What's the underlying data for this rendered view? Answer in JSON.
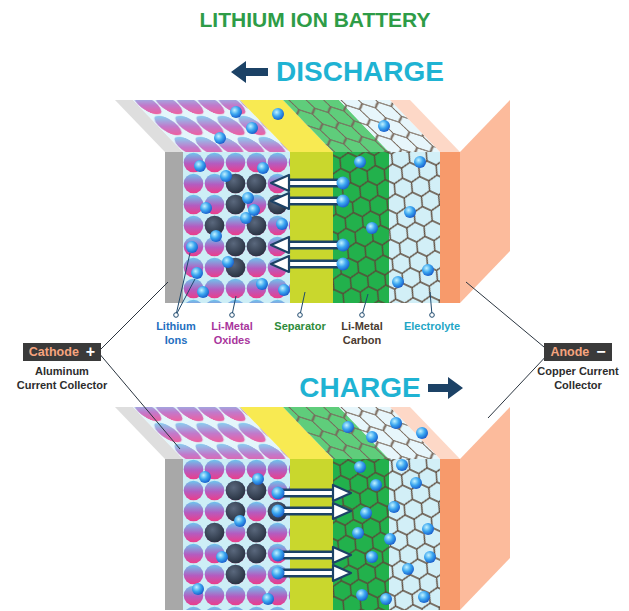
{
  "diagram": {
    "title": "LITHIUM ION BATTERY",
    "nodes": [
      {
        "text": [
          "Cathode",
          "+",
          "Aluminum Current Collector"
        ]
      },
      {
        "text": [
          "Anode",
          "−",
          "Copper Current Collector"
        ]
      }
    ],
    "labels": [
      "DISCHARGE",
      "Lithium Ions",
      "Li-Metal Oxides",
      "Separator",
      "Li-Metal Carbon",
      "Electrolyte",
      "CHARGE"
    ]
  }
}
